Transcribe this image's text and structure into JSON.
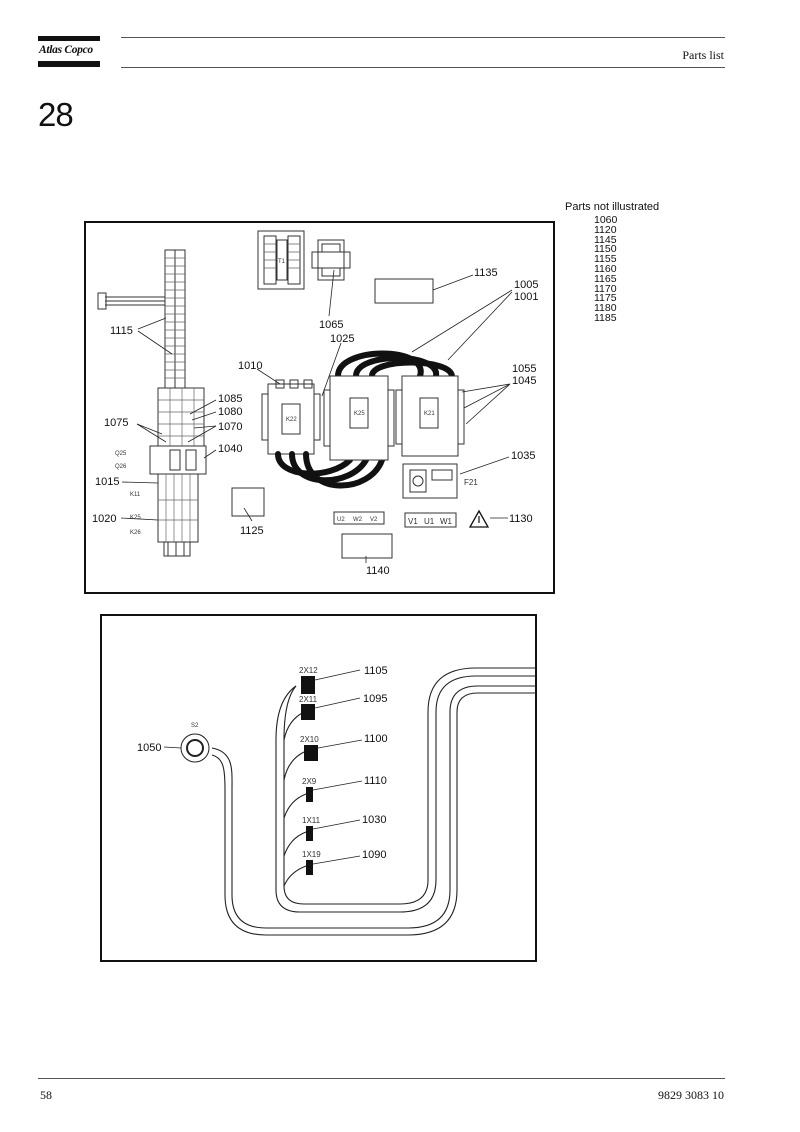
{
  "header": {
    "logo_text": "Atlas Copco",
    "title": "Parts list"
  },
  "page_number_large": "28",
  "parts_not_illustrated": {
    "heading": "Parts not illustrated",
    "items": [
      "1060",
      "1120",
      "1145",
      "1150",
      "1155",
      "1160",
      "1165",
      "1170",
      "1175",
      "1180",
      "1185"
    ]
  },
  "diagram_top": {
    "callouts": {
      "c1115": "1115",
      "c1065": "1065",
      "c1025": "1025",
      "c1010": "1010",
      "c1135": "1135",
      "c1005": "1005",
      "c1001": "1001",
      "c1055": "1055",
      "c1045": "1045",
      "c1085": "1085",
      "c1080": "1080",
      "c1070": "1070",
      "c1075": "1075",
      "c1040": "1040",
      "c1035": "1035",
      "c1015": "1015",
      "c1020": "1020",
      "c1125": "1125",
      "c1130": "1130",
      "c1140": "1140"
    },
    "markings": {
      "t1": "T1",
      "k25": "K25",
      "k21": "K21",
      "k22": "K22",
      "f21": "F21",
      "q25": "Q25",
      "q26": "Q26",
      "k11": "K11",
      "k25b": "K25",
      "k26": "K26",
      "u2": "U2",
      "w2": "W2",
      "v2": "V2",
      "v1": "V1",
      "u1": "U1",
      "w1": "W1"
    }
  },
  "diagram_bottom": {
    "callouts": {
      "c1105": "1105",
      "c1095": "1095",
      "c1100": "1100",
      "c1110": "1110",
      "c1030": "1030",
      "c1090": "1090",
      "c1050": "1050"
    },
    "connectors": {
      "x12": "2X12",
      "x11": "2X11",
      "x10": "2X10",
      "x9": "2X9",
      "x1_11": "1X11",
      "x1_19": "1X19",
      "s2": "S2"
    }
  },
  "footer": {
    "page": "58",
    "doc_number": "9829 3083 10"
  }
}
